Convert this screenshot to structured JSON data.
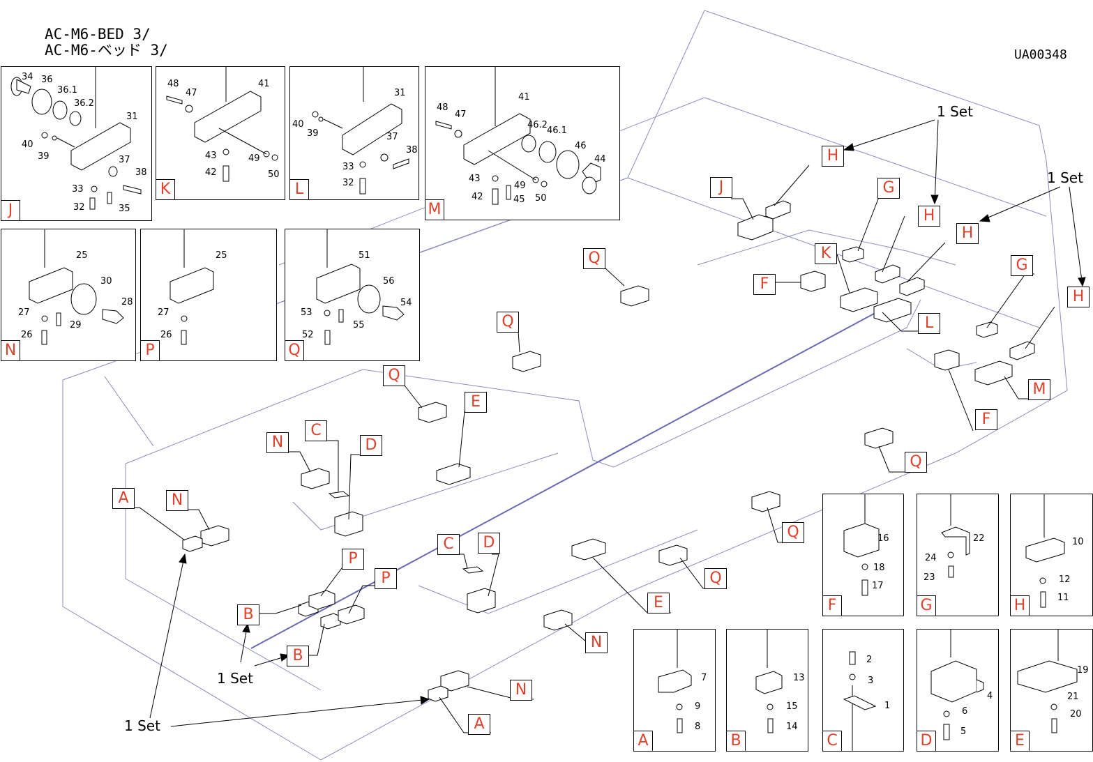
{
  "header": {
    "title_line1": "AC-M6-BED 3/",
    "title_line2": "AC-M6-ベッド 3/",
    "doc_id": "UA00348"
  },
  "detail_panels": [
    {
      "letter": "J",
      "parts": [
        "34",
        "36",
        "36.1",
        "36.2",
        "31",
        "40",
        "39",
        "37",
        "38",
        "33",
        "32",
        "35"
      ]
    },
    {
      "letter": "K",
      "parts": [
        "48",
        "47",
        "41",
        "43",
        "49",
        "42",
        "50"
      ]
    },
    {
      "letter": "L",
      "parts": [
        "31",
        "40",
        "39",
        "37",
        "38",
        "33",
        "32"
      ]
    },
    {
      "letter": "M",
      "parts": [
        "48",
        "47",
        "41",
        "46.2",
        "46.1",
        "46",
        "44",
        "43",
        "49",
        "42",
        "45",
        "50"
      ]
    },
    {
      "letter": "N",
      "parts": [
        "25",
        "30",
        "28",
        "27",
        "29",
        "26"
      ]
    },
    {
      "letter": "P",
      "parts": [
        "25",
        "27",
        "26"
      ]
    },
    {
      "letter": "Q",
      "parts": [
        "51",
        "56",
        "54",
        "53",
        "55",
        "52"
      ]
    },
    {
      "letter": "F",
      "parts": [
        "16",
        "18",
        "17"
      ]
    },
    {
      "letter": "G",
      "parts": [
        "22",
        "24",
        "23"
      ]
    },
    {
      "letter": "H",
      "parts": [
        "10",
        "12",
        "11"
      ]
    },
    {
      "letter": "A",
      "parts": [
        "7",
        "9",
        "8"
      ]
    },
    {
      "letter": "B",
      "parts": [
        "13",
        "15",
        "14"
      ]
    },
    {
      "letter": "C",
      "parts": [
        "2",
        "3",
        "1"
      ]
    },
    {
      "letter": "D",
      "parts": [
        "4",
        "6",
        "5"
      ]
    },
    {
      "letter": "E",
      "parts": [
        "19",
        "21",
        "20"
      ]
    }
  ],
  "callouts": [
    "J",
    "H",
    "G",
    "H",
    "K",
    "F",
    "H",
    "L",
    "H",
    "G",
    "M",
    "F",
    "H",
    "Q",
    "Q",
    "Q",
    "Q",
    "Q",
    "Q",
    "Q",
    "E",
    "N",
    "C",
    "D",
    "A",
    "N",
    "P",
    "P",
    "B",
    "B",
    "C",
    "D",
    "E",
    "N",
    "N",
    "A"
  ],
  "set_labels": [
    "1 Set",
    "1 Set",
    "1 Set",
    "1 Set"
  ]
}
